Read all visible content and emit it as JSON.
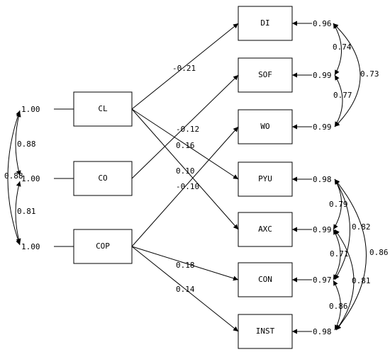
{
  "nodes": {
    "CL": "CL",
    "CO": "CO",
    "COP": "COP",
    "DI": "DI",
    "SOF": "SOF",
    "WO": "WO",
    "PYU": "PYU",
    "AXC": "AXC",
    "CON": "CON",
    "INST": "INST"
  },
  "exogenous_variances": {
    "CL": "1.00",
    "CO": "1.00",
    "COP": "1.00"
  },
  "exogenous_correlations": {
    "CL_CO": "0.88",
    "CO_COP": "0.81",
    "CL_COP": "0.88"
  },
  "paths": {
    "CL_DI": "-0.21",
    "CL_PYU": "0.16",
    "CL_AXC": "0.10",
    "CO_SOF": "-0.12",
    "COP_WO": "-0.10",
    "COP_CON": "0.18",
    "COP_INST": "0.14"
  },
  "error_variances": {
    "DI": "0.96",
    "SOF": "0.99",
    "WO": "0.99",
    "PYU": "0.98",
    "AXC": "0.99",
    "CON": "0.97",
    "INST": "0.98"
  },
  "error_correlations": {
    "DI_SOF": "0.74",
    "SOF_WO": "0.77",
    "DI_WO": "0.73",
    "PYU_AXC": "0.79",
    "PYU_CON": "0.82",
    "AXC_CON": "0.71",
    "PYU_INST": "0.86",
    "AXC_INST": "0.81",
    "CON_INST": "0.86"
  }
}
